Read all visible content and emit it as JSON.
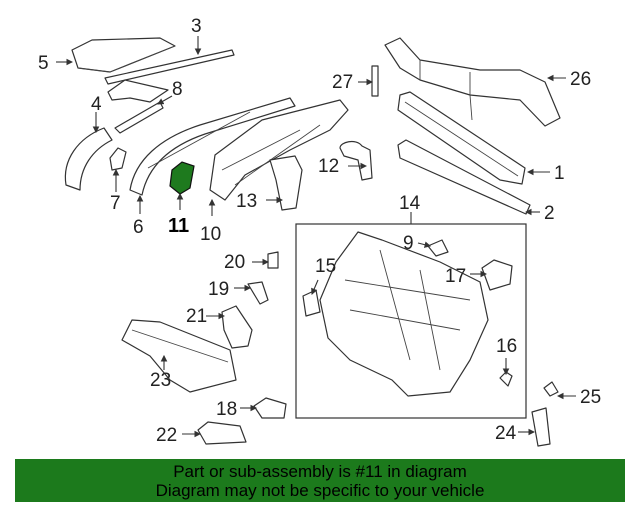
{
  "callouts": {
    "c1": "1",
    "c2": "2",
    "c3": "3",
    "c4": "4",
    "c5": "5",
    "c6": "6",
    "c7": "7",
    "c8": "8",
    "c9": "9",
    "c10": "10",
    "c11": "11",
    "c12": "12",
    "c13": "13",
    "c14": "14",
    "c15": "15",
    "c16": "16",
    "c17": "17",
    "c18": "18",
    "c19": "19",
    "c20": "20",
    "c21": "21",
    "c22": "22",
    "c23": "23",
    "c24": "24",
    "c25": "25",
    "c26": "26",
    "c27": "27"
  },
  "highlighted_part": "11",
  "colors": {
    "highlight": "#1e7a1e",
    "banner_bg": "#1c7a1c"
  },
  "banner": {
    "line1": "Part or sub-assembly is #11 in diagram",
    "line2": "Diagram may not be specific to your vehicle"
  }
}
